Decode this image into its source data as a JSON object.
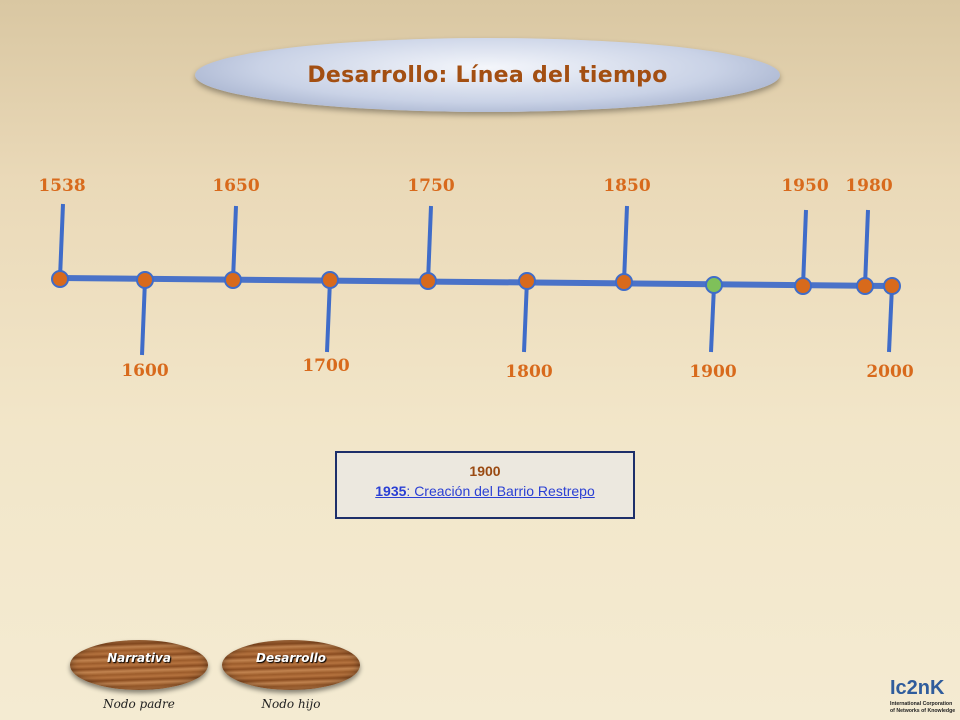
{
  "title": "Desarrollo: Línea del tiempo",
  "timeline": {
    "line_color": "#4a72c8",
    "marker_color": "#d86a1c",
    "selected_marker_color": "#7fc05a",
    "selected_year": "1900",
    "years_top": [
      "1538",
      "1650",
      "1750",
      "1850",
      "1950",
      "1980"
    ],
    "years_bottom": [
      "1600",
      "1700",
      "1800",
      "1900",
      "2000"
    ]
  },
  "info": {
    "year": "1900",
    "link_year": "1935",
    "link_text": ": Creación del Barrio Restrepo"
  },
  "nav": {
    "parent_label": "Narrativa",
    "parent_caption": "Nodo padre",
    "child_label": "Desarrollo",
    "child_caption": "Nodo hijo"
  },
  "logo": {
    "text": "Ic2nK",
    "subtitle_line1": "International Corporation",
    "subtitle_line2": "of Networks of Knowledge"
  }
}
